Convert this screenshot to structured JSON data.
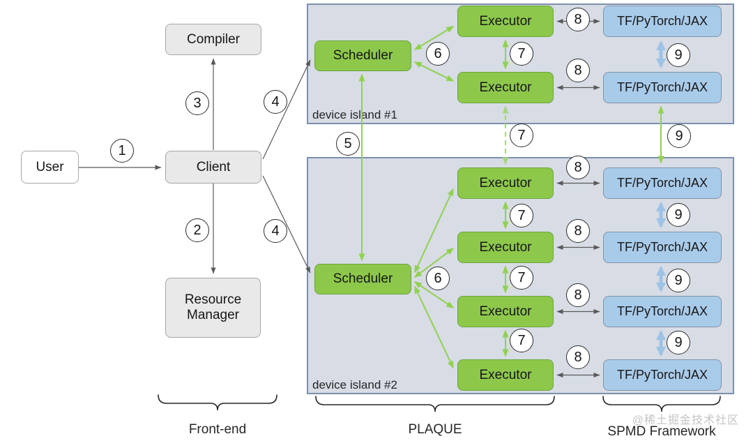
{
  "diagram": {
    "nodes": {
      "user": "User",
      "client": "Client",
      "compiler": "Compiler",
      "resource_manager": "Resource Manager",
      "scheduler": "Scheduler",
      "executor": "Executor",
      "framework": "TF/PyTorch/JAX"
    },
    "islands": [
      {
        "label": "device island #1",
        "schedulers": 1,
        "executors": 2,
        "frameworks": 2
      },
      {
        "label": "device island #2",
        "schedulers": 1,
        "executors": 4,
        "frameworks": 4
      }
    ],
    "steps": {
      "s1": "1",
      "s2": "2",
      "s3": "3",
      "s4": "4",
      "s5": "5",
      "s6": "6",
      "s7": "7",
      "s8": "8",
      "s9": "9"
    },
    "groups": {
      "frontend": "Front-end",
      "plaque": "PLAQUE",
      "spmd": "SPMD Framework"
    },
    "watermark": "@稀土掘金技术社区",
    "colors": {
      "node-green": "#8dc84b",
      "node-green-border": "#6aa63a",
      "node-blue": "#a9cbea",
      "node-blue-border": "#8093a8",
      "node-gray": "#e9e9e9",
      "node-gray-border": "#a6a6a6",
      "island-bg": "#d7dce5",
      "island-border": "#7b8fae",
      "arrow-gray": "#595959",
      "arrow-green": "#92d050",
      "arrow-green-dashed": "#a6d483",
      "arrow-blue": "#9dc3e6",
      "watermark-color": "#c4c4c4"
    }
  }
}
